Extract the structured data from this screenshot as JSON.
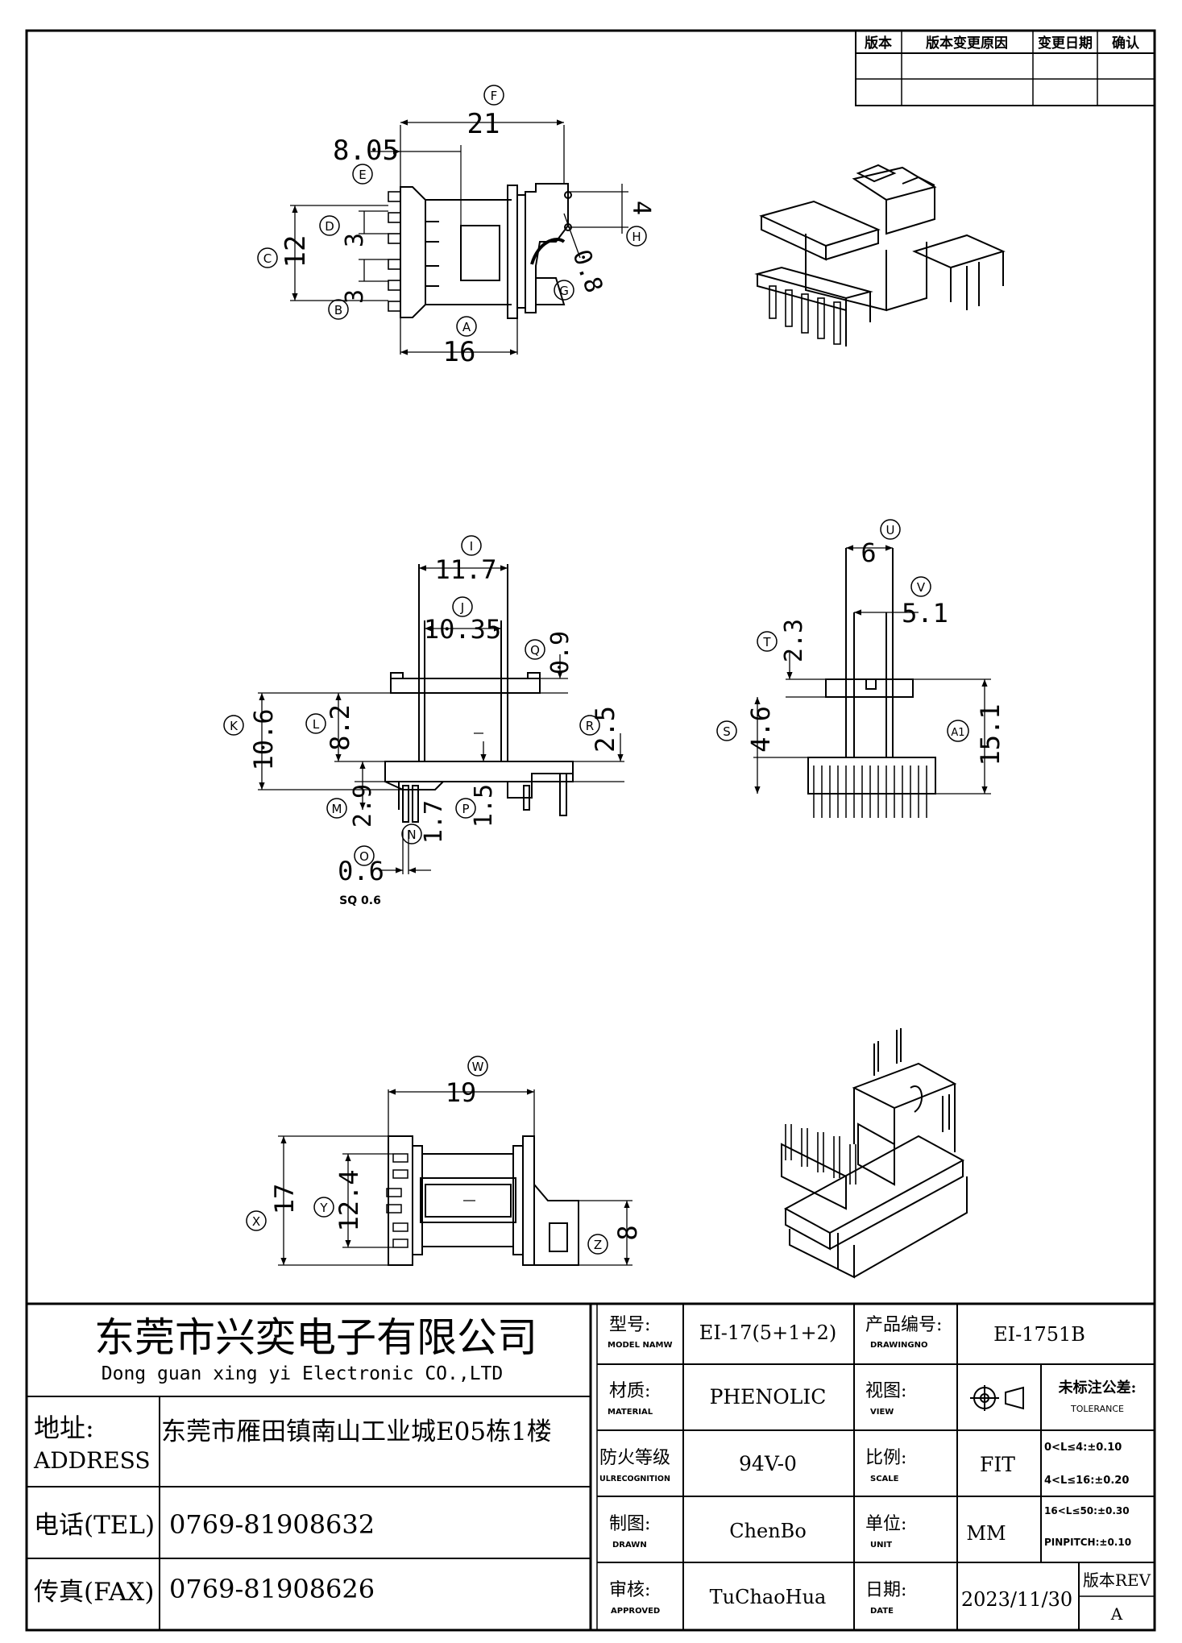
{
  "revision_table": {
    "headers": [
      "版本",
      "版本变更原因",
      "变更日期",
      "确认"
    ],
    "rows": [
      [
        "",
        "",
        "",
        ""
      ],
      [
        "",
        "",
        "",
        ""
      ]
    ]
  },
  "top_view": {
    "dim_F": "21",
    "dim_E": "8.05",
    "dim_C": "12",
    "dim_D": "3",
    "dim_B": "3",
    "dim_A": "16",
    "dim_H": "4",
    "dim_G": "0.8",
    "labels": {
      "A": "A",
      "B": "B",
      "C": "C",
      "D": "D",
      "E": "E",
      "F": "F",
      "G": "G",
      "H": "H"
    }
  },
  "side_view": {
    "dim_I": "11.7",
    "dim_J": "10.35",
    "dim_Q": "0.9",
    "dim_K": "10.6",
    "dim_L": "8.2",
    "dim_R": "2.5",
    "dim_M": "2.9",
    "dim_N": "1.7",
    "dim_P": "1.5",
    "dim_O": "0.6",
    "pin_note": "SQ 0.6",
    "labels": {
      "I": "I",
      "J": "J",
      "Q": "Q",
      "K": "K",
      "L": "L",
      "R": "R",
      "M": "M",
      "N": "N",
      "P": "P",
      "O": "O"
    }
  },
  "front_view": {
    "dim_U": "6",
    "dim_V": "5.1",
    "dim_T": "2.3",
    "dim_S": "4.6",
    "dim_A1": "15.1",
    "labels": {
      "U": "U",
      "V": "V",
      "T": "T",
      "S": "S",
      "A1": "A1"
    }
  },
  "bottom_view": {
    "dim_W": "19",
    "dim_X": "17",
    "dim_Y": "12.4",
    "dim_Z": "8",
    "labels": {
      "W": "W",
      "X": "X",
      "Y": "Y",
      "Z": "Z"
    }
  },
  "title_block": {
    "company_cn": "东莞市兴奕电子有限公司",
    "company_en": "Dong guan xing yi Electronic CO.,LTD",
    "address_label_cn": "地址:",
    "address_label_en": "ADDRESS",
    "address": "东莞市雁田镇南山工业城E05栋1楼",
    "tel_label": "电话(TEL)",
    "tel": "0769-81908632",
    "fax_label": "传真(FAX)",
    "fax": "0769-81908626",
    "model_label_cn": "型号:",
    "model_label_en": "MODEL NAMW",
    "model": "EI-17(5+1+2)",
    "drawingno_label_cn": "产品编号:",
    "drawingno_label_en": "DRAWINGNO",
    "drawingno": "EI-1751B",
    "material_label_cn": "材质:",
    "material_label_en": "MATERIAL",
    "material": "PHENOLIC",
    "view_label_cn": "视图:",
    "view_label_en": "VIEW",
    "tolerance_label_cn": "未标注公差:",
    "tolerance_label_en": "TOLERANCE",
    "tolerances": [
      "0<L≤4:±0.10",
      "4<L≤16:±0.20",
      "16<L≤50:±0.30",
      "PINPITCH:±0.10"
    ],
    "fire_label_cn": "防火等级",
    "fire_label_en": "ULRECOGNITION",
    "fire": "94V-0",
    "scale_label_cn": "比例:",
    "scale_label_en": "SCALE",
    "scale": "FIT",
    "drawn_label_cn": "制图:",
    "drawn_label_en": "DRAWN",
    "drawn": "ChenBo",
    "unit_label_cn": "单位:",
    "unit_label_en": "UNIT",
    "unit": "MM",
    "approved_label_cn": "审核:",
    "approved_label_en": "APPROVED",
    "approved": "TuChaoHua",
    "date_label_cn": "日期:",
    "date_label_en": "DATE",
    "date": "2023/11/30",
    "rev_label": "版本REV",
    "rev": "A"
  }
}
